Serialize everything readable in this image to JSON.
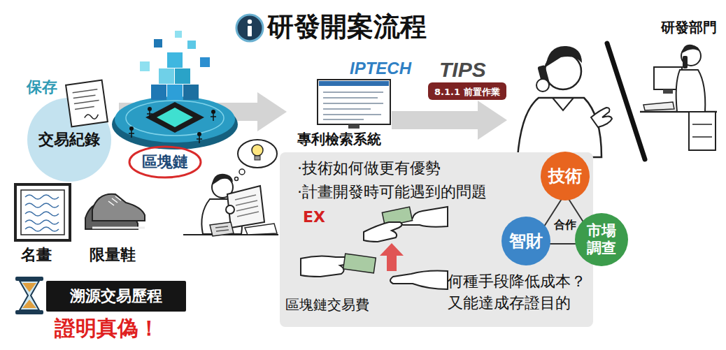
{
  "diagram": {
    "title": "研發開案流程",
    "nodes": [
      {
        "text": [
          "保存",
          "交易紀錄"
        ]
      },
      {
        "text": [
          "區塊鏈"
        ]
      },
      {
        "text": [
          "‧技術如何做更有優勢",
          "‧計畫開發時可能遇到的問題",
          "EX",
          "區塊鏈交易費",
          "何種手段降低成本？ 又能達成存證目的"
        ]
      },
      {
        "text": [
          "技術"
        ],
        "in": 2
      },
      {
        "text": [
          "合作"
        ],
        "in": 2
      },
      {
        "text": [
          "智財"
        ],
        "in": 2
      },
      {
        "text": [
          "市場調查"
        ],
        "in": 2
      },
      {
        "text": [
          "專利檢索系統"
        ]
      },
      {
        "text": [
          "8.1.1 前置作業"
        ]
      },
      {
        "text": [
          "研發部門"
        ]
      },
      {
        "text": [
          "溯源交易歷程"
        ]
      }
    ],
    "edges": [
      {
        "from": 0,
        "to": 7,
        "arrow": "to"
      },
      {
        "from": 7,
        "to": 9,
        "arrow": "to"
      }
    ],
    "labels": [
      "IPTECH",
      "TIPS",
      "名畫",
      "限量鞋",
      "證明真偽！"
    ]
  }
}
